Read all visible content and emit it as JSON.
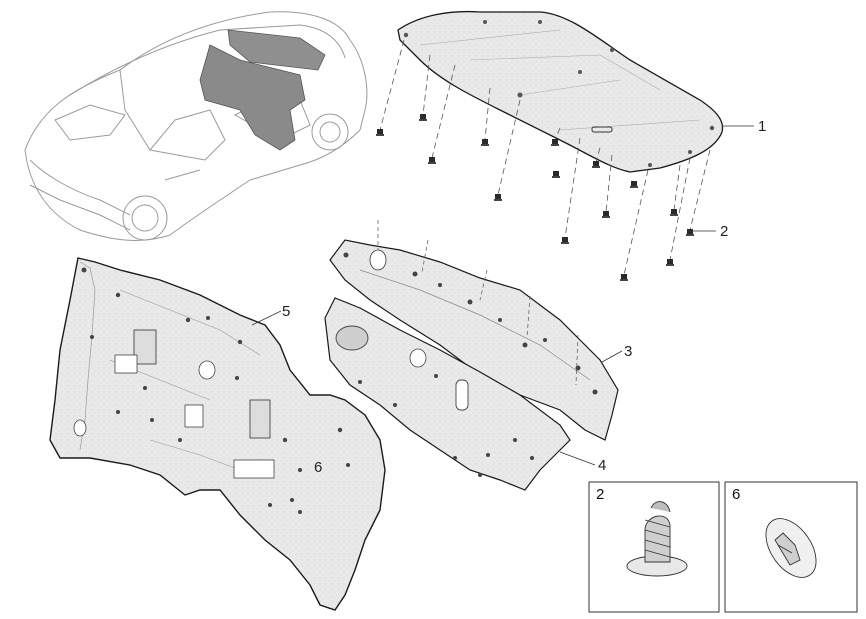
{
  "diagram": {
    "callouts": [
      {
        "id": "1",
        "label": "1"
      },
      {
        "id": "2",
        "label": "2"
      },
      {
        "id": "3",
        "label": "3"
      },
      {
        "id": "4",
        "label": "4"
      },
      {
        "id": "5",
        "label": "5"
      },
      {
        "id": "6",
        "label": "6"
      }
    ],
    "insets": [
      {
        "label": "2"
      },
      {
        "label": "6"
      }
    ]
  }
}
